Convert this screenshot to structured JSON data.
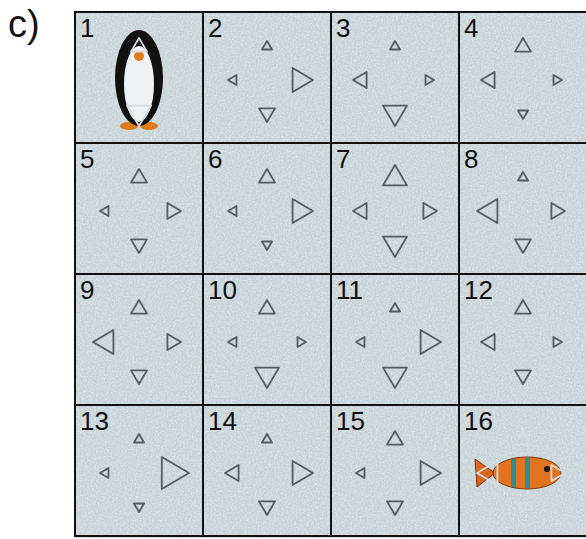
{
  "diagram": {
    "nodes": [
      {
        "text": [
          "1"
        ]
      },
      {
        "text": [
          "2"
        ]
      },
      {
        "text": [
          "3"
        ]
      },
      {
        "text": [
          "4"
        ]
      },
      {
        "text": [
          "5"
        ]
      },
      {
        "text": [
          "6"
        ]
      },
      {
        "text": [
          "7"
        ]
      },
      {
        "text": [
          "8"
        ]
      },
      {
        "text": [
          "9"
        ]
      },
      {
        "text": [
          "10"
        ]
      },
      {
        "text": [
          "11"
        ]
      },
      {
        "text": [
          "12"
        ]
      },
      {
        "text": [
          "13"
        ]
      },
      {
        "text": [
          "14"
        ]
      },
      {
        "text": [
          "15"
        ]
      },
      {
        "text": [
          "16"
        ]
      }
    ],
    "labels": [
      "c)"
    ]
  }
}
